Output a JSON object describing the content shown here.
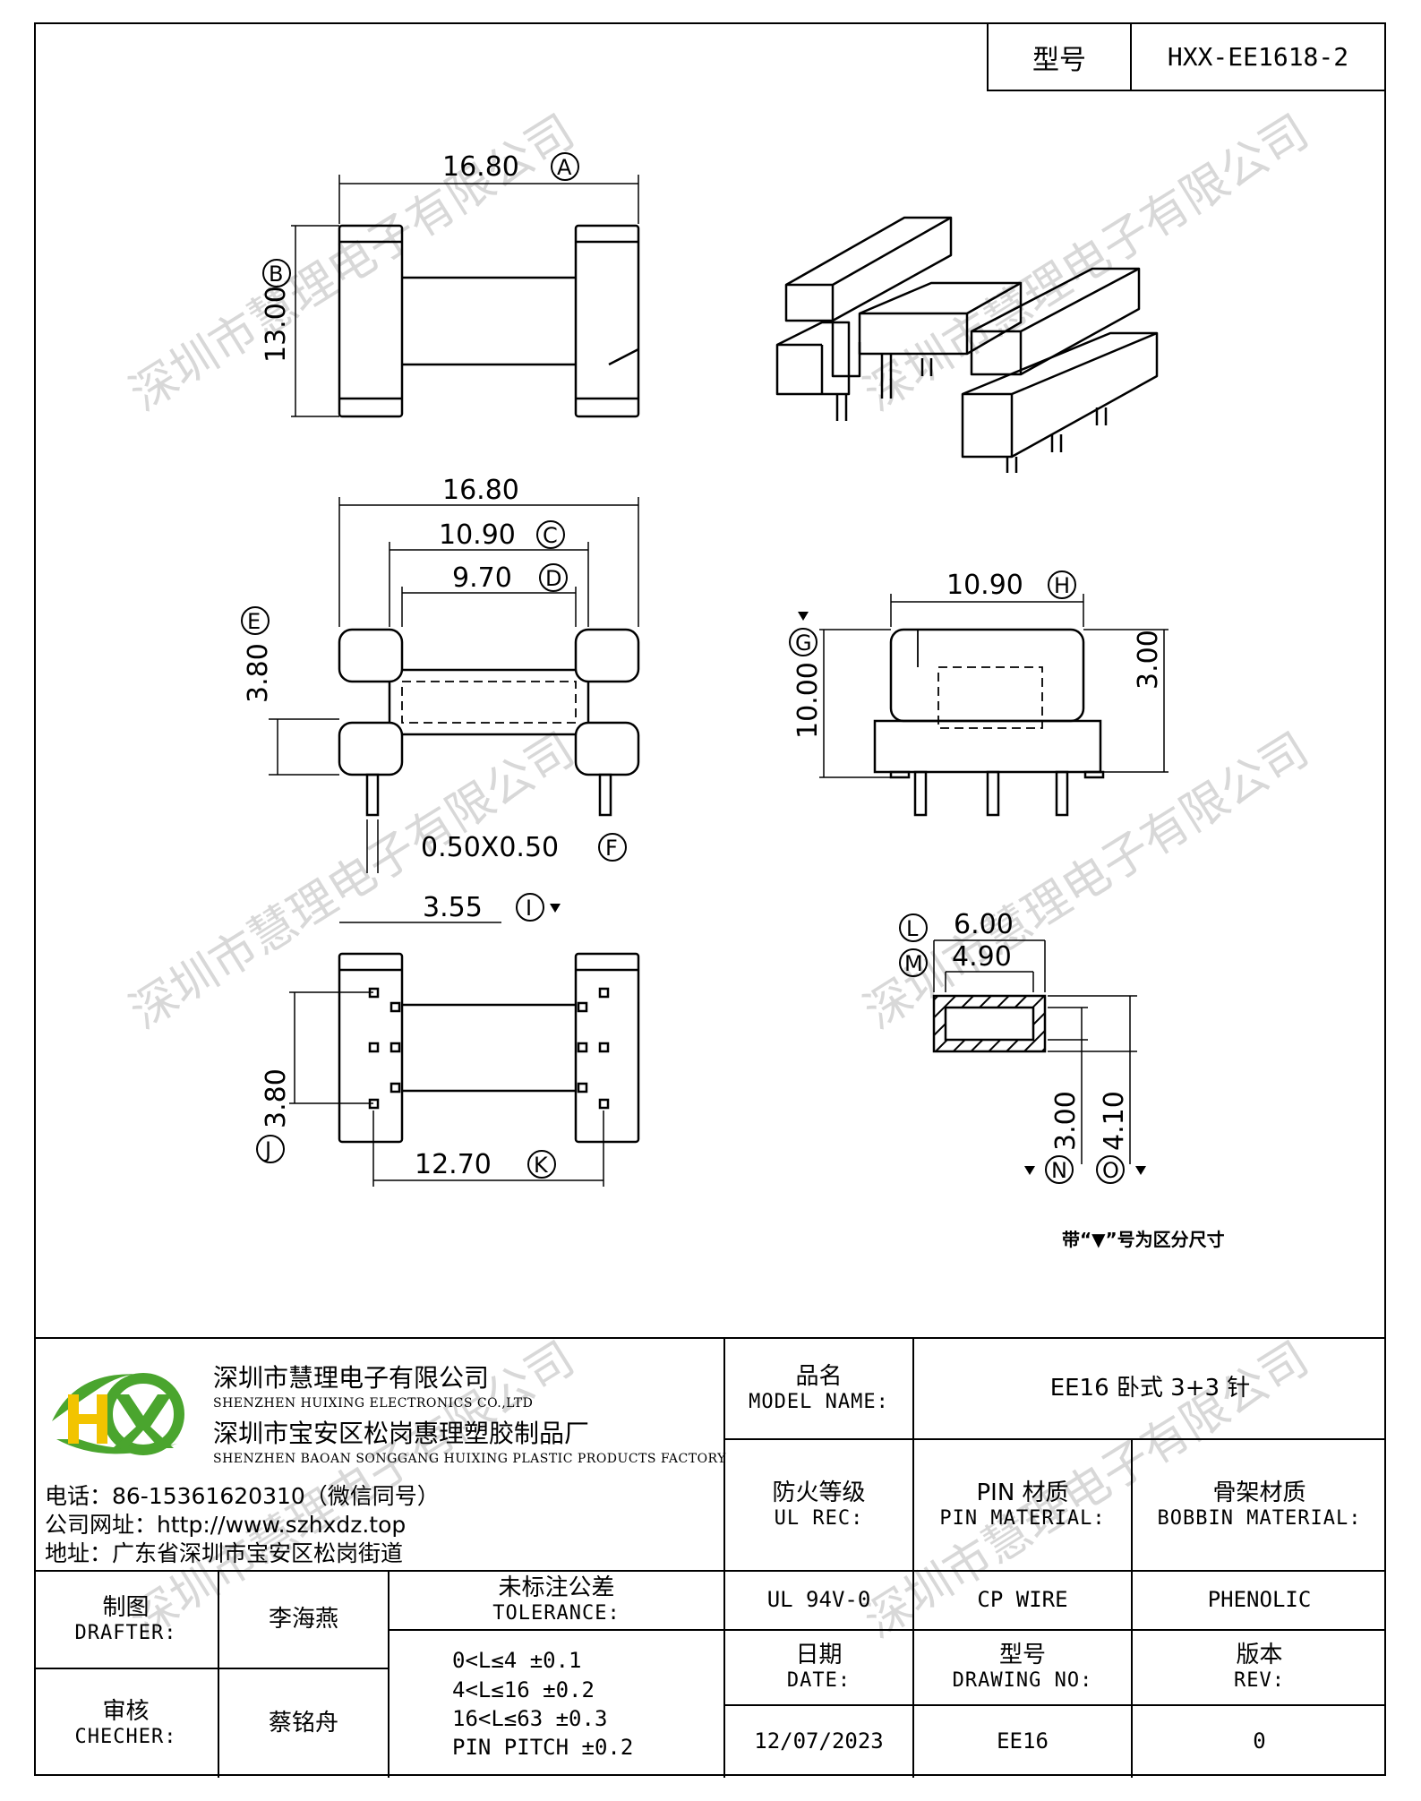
{
  "header": {
    "model_label": "型号",
    "model_value": "HXX-EE1618-2"
  },
  "dimensions": {
    "A_width_top": "16.80",
    "A_tag": "A",
    "B_height": "13.00",
    "B_tag": "B",
    "front_width": "16.80",
    "C_width": "10.90",
    "C_tag": "C",
    "D_width": "9.70",
    "D_tag": "D",
    "E_height": "3.80",
    "E_tag": "E",
    "F_pin": "0.50X0.50",
    "F_tag": "F",
    "H_width": "10.90",
    "H_tag": "H",
    "G_height": "10.00",
    "G_tag": "G",
    "side_height": "3.00",
    "I_offset": "3.55",
    "I_tag": "I",
    "J_pitch": "3.80",
    "J_tag": "J",
    "K_spacing": "12.70",
    "K_tag": "K",
    "L_width": "6.00",
    "L_tag": "L",
    "M_width": "4.90",
    "M_tag": "M",
    "N_height": "3.00",
    "N_tag": "N",
    "O_height": "4.10",
    "O_tag": "O"
  },
  "note": "带“▼”号为区分尺寸",
  "watermark": "深圳市慧理电子有限公司",
  "company": {
    "name_zh": "深圳市慧理电子有限公司",
    "name_en": "SHENZHEN HUIXING ELECTRONICS CO.,LTD",
    "factory_zh": "深圳市宝安区松岗惠理塑胶制品厂",
    "factory_en": "SHENZHEN BAOAN SONGGANG HUIXING PLASTIC PRODUCTS FACTORY",
    "phone": "电话：86-15361620310（微信同号）",
    "website": "公司网址：http://www.szhxdz.top",
    "address": "地址：广东省深圳市宝安区松岗街道",
    "logo_text": "HX"
  },
  "title_block": {
    "model_name_zh": "品名",
    "model_name_en": "MODEL NAME:",
    "model_name_value": "EE16 卧式 3+3 针",
    "ul_zh": "防火等级",
    "ul_en": "UL REC:",
    "pin_zh": "PIN 材质",
    "pin_en": "PIN MATERIAL:",
    "bobbin_zh": "骨架材质",
    "bobbin_en": "BOBBIN MATERIAL:",
    "ul_value": "UL 94V-0",
    "pin_value": "CP WIRE",
    "bobbin_value": "PHENOLIC",
    "drafter_zh": "制图",
    "drafter_en": "DRAFTER:",
    "drafter_value": "李海燕",
    "checker_zh": "审核",
    "checker_en": "CHECHER:",
    "checker_value": "蔡铭舟",
    "tolerance_zh": "未标注公差",
    "tolerance_en": "TOLERANCE:",
    "tolerances": [
      "0<L≤4   ±0.1",
      "4<L≤16  ±0.2",
      "16<L≤63  ±0.3",
      "PIN PITCH  ±0.2"
    ],
    "date_zh": "日期",
    "date_en": "DATE:",
    "date_value": "12/07/2023",
    "drawing_zh": "型号",
    "drawing_en": "DRAWING NO:",
    "drawing_value": "EE16",
    "rev_zh": "版本",
    "rev_en": "REV:",
    "rev_value": "0"
  }
}
